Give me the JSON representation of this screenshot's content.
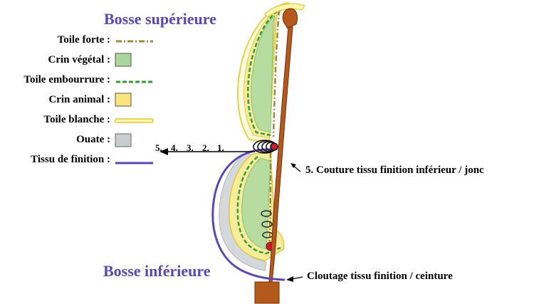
{
  "titles": {
    "top": "Bosse supérieure",
    "bottom": "Bosse inférieure"
  },
  "legend": [
    {
      "label": "Toile forte :",
      "swatch": "dash-dot-line",
      "color": "#9a8a3e"
    },
    {
      "label": "Crin végétal :",
      "swatch": "box",
      "color": "#a9d69a"
    },
    {
      "label": "Toile embourrure :",
      "swatch": "dashed-line",
      "color": "#3a9a3a"
    },
    {
      "label": "Crin animal :",
      "swatch": "box",
      "color": "#fbe57a"
    },
    {
      "label": "Toile blanche :",
      "swatch": "double-line",
      "color": "#e6d24a"
    },
    {
      "label": "Ouate :",
      "swatch": "box",
      "color": "#c8cdd0"
    },
    {
      "label": "Tissu de finition :",
      "swatch": "line",
      "color": "#5b47ad"
    }
  ],
  "layer_numbers": [
    "5.",
    "4.",
    "3.",
    "2.",
    "1."
  ],
  "notes": {
    "seam": "5. Couture tissu finition inférieur / jonc",
    "nailing": "Cloutage tissu finition / ceinture"
  },
  "colors": {
    "frame": "#b5581b",
    "finish": "#5b47ad",
    "nail": "#cc1b2a",
    "green_fill": "#b6dca0",
    "yellow_fill": "#f6ec9a",
    "grey_fill": "#d4d8da"
  }
}
